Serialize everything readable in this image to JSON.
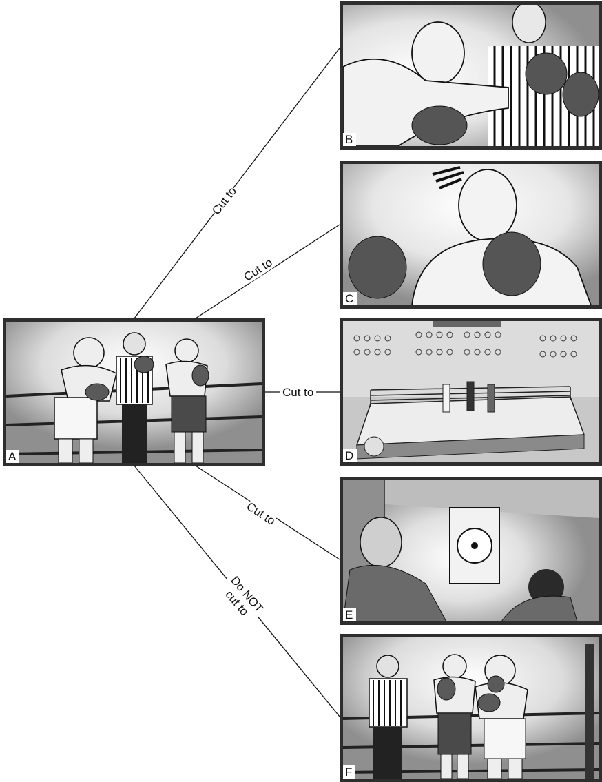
{
  "panels": [
    {
      "id": "a",
      "letter": "A",
      "scene": "two boxers and referee in ring, medium shot"
    },
    {
      "id": "b",
      "letter": "B",
      "scene": "close-up of bald boxer punching, referee behind"
    },
    {
      "id": "c",
      "letter": "C",
      "scene": "close-up of boxer looking down, gloves raised"
    },
    {
      "id": "d",
      "letter": "D",
      "scene": "wide shot of arena, crowd and ring"
    },
    {
      "id": "e",
      "letter": "E",
      "scene": "ringside timekeeper with gong"
    },
    {
      "id": "f",
      "letter": "F",
      "scene": "reverse-angle shot of boxers and referee"
    }
  ],
  "transitions": [
    {
      "to": "B",
      "label": "Cut to"
    },
    {
      "to": "C",
      "label": "Cut to"
    },
    {
      "to": "D",
      "label": "Cut to"
    },
    {
      "to": "E",
      "label": "Cut to"
    },
    {
      "to": "F",
      "label_line1": "Do NOT",
      "label_line2": "cut to"
    }
  ],
  "colors": {
    "border": "#2e2e2e",
    "shade": "#8f8f8f",
    "light": "#f2f2f2",
    "ink": "#1a1a1a"
  }
}
